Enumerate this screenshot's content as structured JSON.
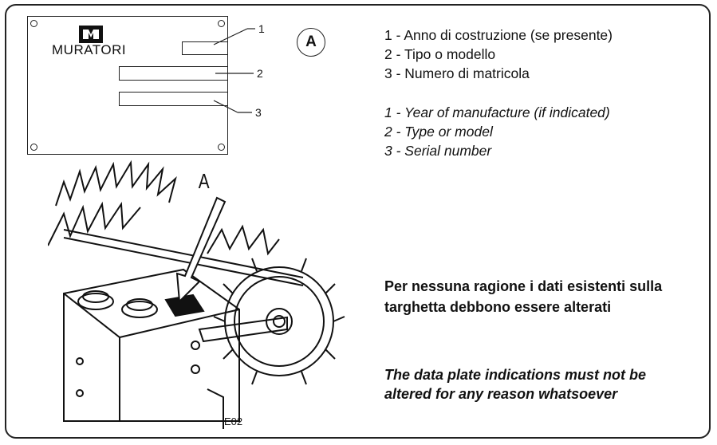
{
  "plate": {
    "brand": "MURATORI",
    "field_numbers": [
      "1",
      "2",
      "3"
    ]
  },
  "callout": "A",
  "legend_it": [
    "1 - Anno di costruzione (se presente)",
    "2 - Tipo o modello",
    "3 - Numero di matricola"
  ],
  "legend_en": [
    "1 - Year of manufacture (if indicated)",
    "2 - Type or model",
    "3 - Serial number"
  ],
  "warning_it": "Per nessuna ragione i dati esistenti sulla targhetta debbono essere alterati",
  "warning_en": "The data plate indications must not be altered for any reason whatsoever",
  "illustration": {
    "arrow_label": "A",
    "figure_code": "E02"
  }
}
